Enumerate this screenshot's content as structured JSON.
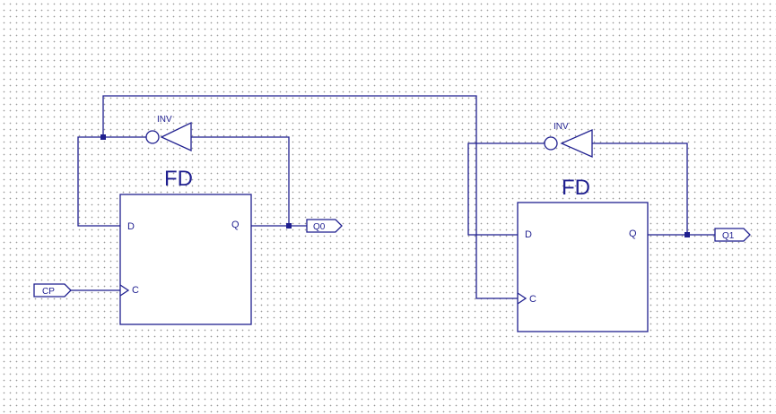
{
  "colors": {
    "wire": "#1f1f8f",
    "background": "#ffffff",
    "grid_dot": "#9a9a9a"
  },
  "flip_flop_0": {
    "title": "FD",
    "pin_d": "D",
    "pin_q": "Q",
    "pin_c": "C"
  },
  "flip_flop_1": {
    "title": "FD",
    "pin_d": "D",
    "pin_q": "Q",
    "pin_c": "C"
  },
  "inverter_0": {
    "label": "INV"
  },
  "inverter_1": {
    "label": "INV"
  },
  "ports": {
    "clock": "CP",
    "q0": "Q0",
    "q1": "Q1"
  }
}
